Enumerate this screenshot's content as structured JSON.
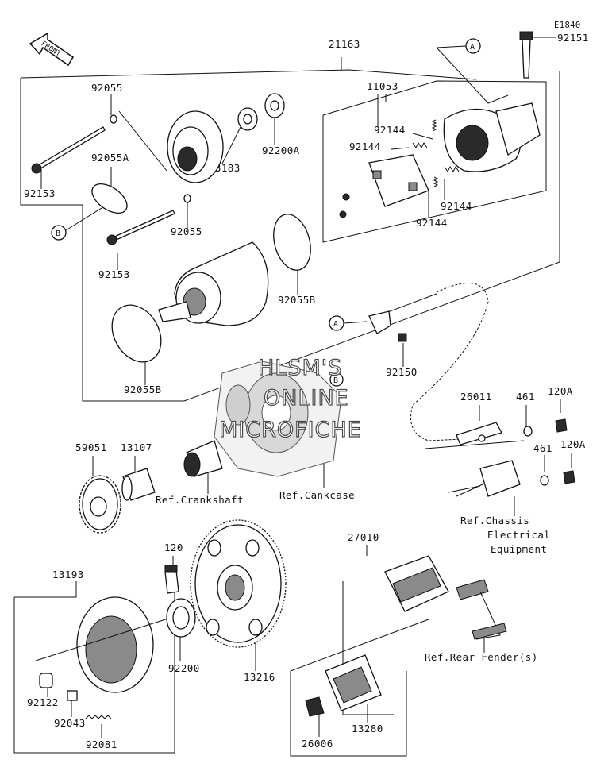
{
  "diagram": {
    "drawing_code": "E1840",
    "front_arrow": "FRONT",
    "watermark": [
      "HLSM'S",
      "ONLINE",
      "MICROFICHE"
    ],
    "callouts": {
      "a": "A",
      "b": "B"
    },
    "part_numbers": {
      "p92151": "92151",
      "p21163": "21163",
      "p92055_top": "92055",
      "p11053": "11053",
      "p92200A": "92200A",
      "p13183": "13183",
      "p92055A": "92055A",
      "p92144_1": "92144",
      "p92144_2": "92144",
      "p92144_3": "92144",
      "p92144_4": "92144",
      "p92153_1": "92153",
      "p92055_mid": "92055",
      "p92153_2": "92153",
      "p92055B_1": "92055B",
      "p92150": "92150",
      "p92055B_2": "92055B",
      "p26011": "26011",
      "p461_1": "461",
      "p120A_1": "120A",
      "p461_2": "461",
      "p120A_2": "120A",
      "p59051": "59051",
      "p13107": "13107",
      "p27010": "27010",
      "p120": "120",
      "p13193": "13193",
      "p92200": "92200",
      "p13216": "13216",
      "p92122": "92122",
      "p92043": "92043",
      "p92081": "92081",
      "p13280": "13280",
      "p26006": "26006"
    },
    "references": {
      "crankshaft": "Ref.Crankshaft",
      "crankcase": "Ref.Cankcase",
      "chassis_1": "Ref.Chassis",
      "chassis_2": "Electrical",
      "chassis_3": "Equipment",
      "rear_fender": "Ref.Rear Fender(s)"
    }
  }
}
